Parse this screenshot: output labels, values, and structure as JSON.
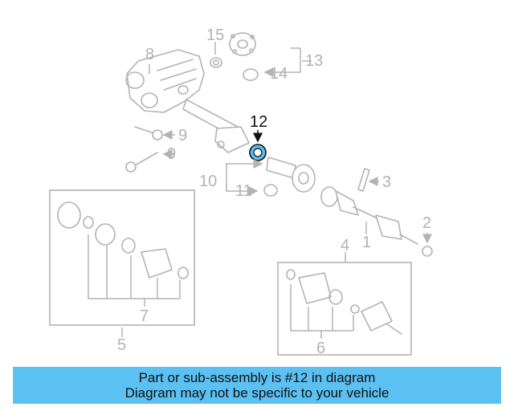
{
  "callouts": {
    "c1": "1",
    "c2": "2",
    "c3": "3",
    "c4": "4",
    "c5": "5",
    "c6": "6",
    "c7": "7",
    "c8": "8",
    "c9a": "9",
    "c9b": "9",
    "c10": "10",
    "c11": "11",
    "c12": "12",
    "c13": "13",
    "c14": "14",
    "c15": "15"
  },
  "highlight_color": "#5bc0f2",
  "banner": {
    "line1": "Part or sub-assembly is #12 in diagram",
    "line2": "Diagram may not be specific to your vehicle"
  }
}
